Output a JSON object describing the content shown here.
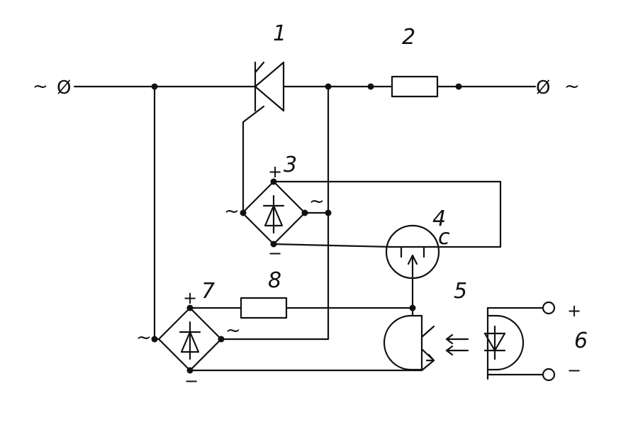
{
  "labels": {
    "thyristor": "1",
    "resistor_top": "2",
    "bridge_upper": "3",
    "transistor": "4",
    "transistor_c": "c",
    "optocoupler": "5",
    "control_input": "6",
    "bridge_lower": "7",
    "resistor_bottom": "8"
  },
  "symbols": {
    "ac_left": "~",
    "ac_right": "~",
    "terminal_left": "Ø",
    "terminal_right": "Ø",
    "bridge3_left": "~",
    "bridge3_right": "~",
    "bridge3_plus": "+",
    "bridge3_minus": "−",
    "bridge7_left": "~",
    "bridge7_right": "~",
    "bridge7_plus": "+",
    "bridge7_minus": "−",
    "input_plus": "+",
    "input_minus": "−"
  }
}
